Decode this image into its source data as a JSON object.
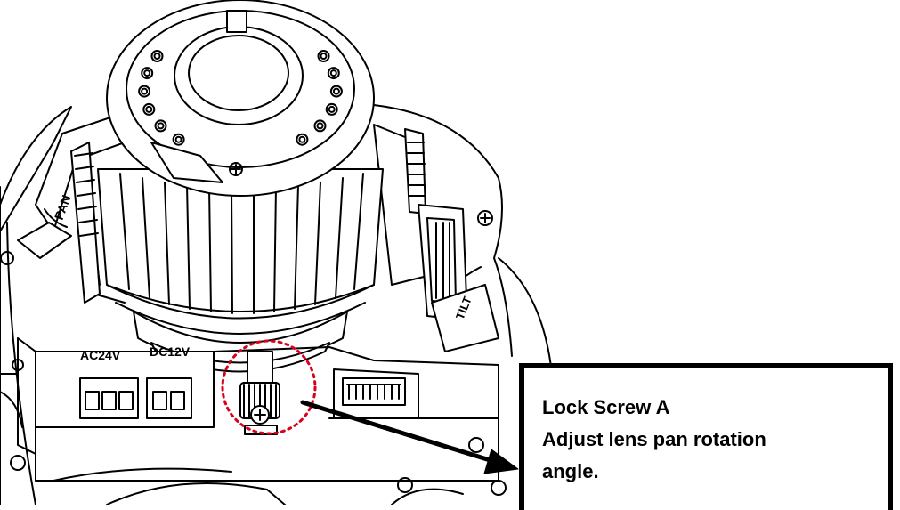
{
  "diagram": {
    "labels": {
      "ac": "AC24V",
      "dc": "DC12V",
      "pan": "PAN",
      "tilt": "TILT"
    },
    "callout": {
      "line1": "Lock Screw A",
      "line2": "Adjust lens pan rotation",
      "line3": "angle."
    },
    "colors": {
      "ink": "#000000",
      "highlight": "#d9001b",
      "paper": "#ffffff"
    }
  }
}
